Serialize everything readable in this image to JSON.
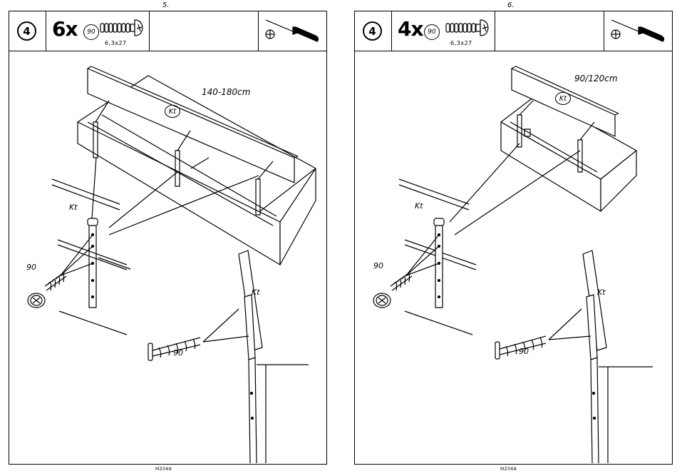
{
  "pages": [
    {
      "page_number": "5.",
      "step": "4",
      "quantity": "6x",
      "part_number": "90",
      "screw_size": "6,3x27",
      "size_label": "140-180cm",
      "part_circle_label": "Kt",
      "kt_label_1": "Kt",
      "kt_label_2": "Kt",
      "screw_label_1": "90",
      "screw_label_2": "90",
      "footer": "MZ068"
    },
    {
      "page_number": "6.",
      "step": "4",
      "quantity": "4x",
      "part_number": "90",
      "screw_size": "6,3x27",
      "size_label": "90/120cm",
      "part_circle_label": "Kt",
      "kt_label_1": "Kt",
      "kt_label_2": "Kt",
      "screw_label_1": "90",
      "screw_label_2": "90",
      "footer": "MZ068"
    }
  ],
  "icons": {
    "screwdriver": "phillips-screwdriver-icon",
    "screw": "screw-icon"
  }
}
